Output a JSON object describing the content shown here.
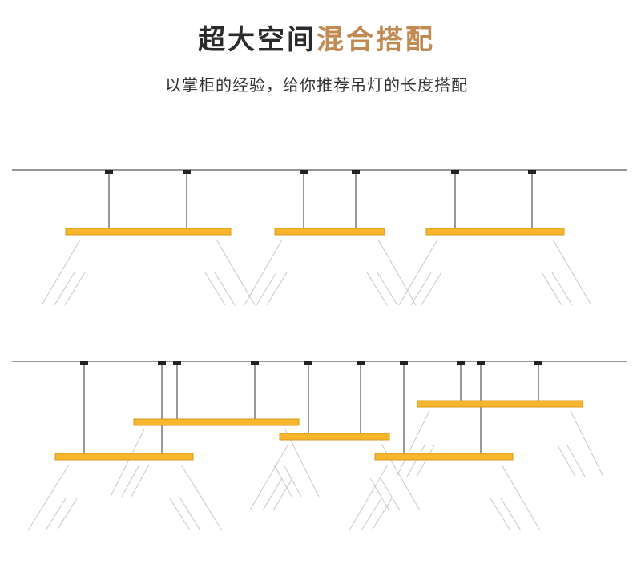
{
  "header": {
    "title_part1": "超大空间",
    "title_part2": "混合搭配",
    "subtitle": "以掌柜的经验，给你推荐吊灯的长度搭配"
  },
  "colors": {
    "title_dark": "#2b2b2b",
    "title_accent": "#c08a52",
    "lamp_fill": "#f7b62c",
    "lamp_stroke": "#d9991a",
    "cable": "#777777",
    "ceiling": "#777777",
    "mount": "#222222",
    "light_ray": "#c8c8c8"
  },
  "icons": {
    "lamp": "linear-pendant-lamp-icon",
    "mount": "ceiling-mount-icon"
  }
}
